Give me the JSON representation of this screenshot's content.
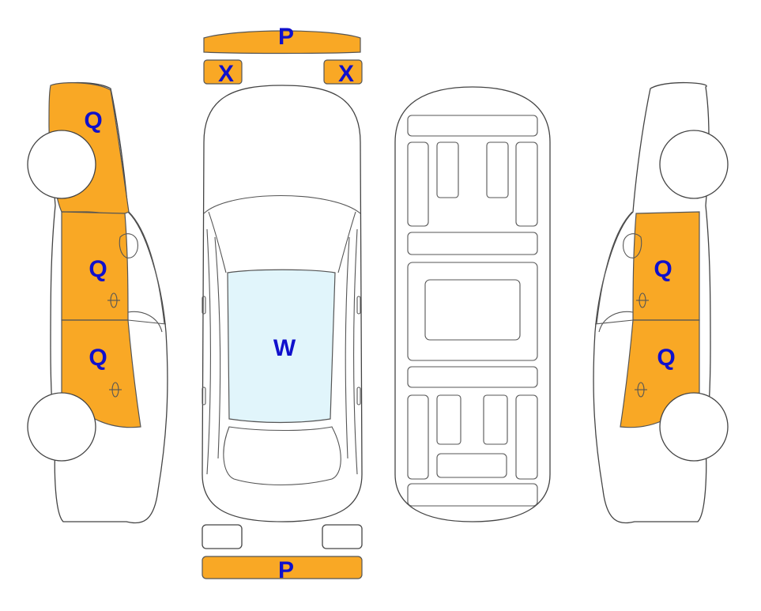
{
  "colors": {
    "damage_fill": "#F9A825",
    "glass_fill": "#E1F5FB",
    "label_text": "#1010CC",
    "outline": "#444444"
  },
  "labels": {
    "front_bumper": "P",
    "headlight_left": "X",
    "headlight_right": "X",
    "rear_bumper": "P",
    "left_front_fender": "Q",
    "left_front_door": "Q",
    "left_rear_door": "Q",
    "windshield": "W",
    "right_front_door": "Q",
    "right_rear_door": "Q"
  }
}
